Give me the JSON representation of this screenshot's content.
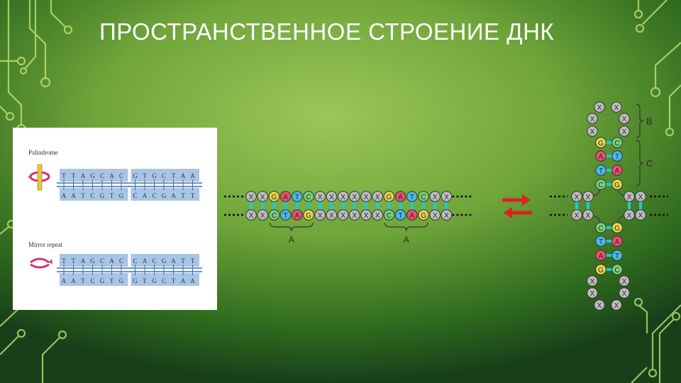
{
  "title": "ПРОСТРАНСТВЕННОЕ СТРОЕНИЕ ДНК",
  "panel": {
    "palindrome_label": "Palindrome",
    "mirror_label": "Mirror repeat",
    "pal_top": [
      "T",
      "T",
      "A",
      "G",
      "C",
      "A",
      "C",
      "G",
      "T",
      "G",
      "C",
      "T",
      "A",
      "A"
    ],
    "pal_bot": [
      "A",
      "A",
      "T",
      "C",
      "G",
      "T",
      "G",
      "C",
      "A",
      "C",
      "G",
      "A",
      "T",
      "T"
    ],
    "mir_top": [
      "T",
      "T",
      "A",
      "G",
      "C",
      "A",
      "C",
      "C",
      "A",
      "C",
      "G",
      "A",
      "T",
      "T"
    ],
    "mir_bot": [
      "A",
      "A",
      "T",
      "C",
      "G",
      "T",
      "G",
      "G",
      "T",
      "G",
      "C",
      "T",
      "A",
      "A"
    ]
  },
  "linear": {
    "top": [
      "X",
      "X",
      "G",
      "A",
      "T",
      "C",
      "X",
      "X",
      "X",
      "X",
      "X",
      "X",
      "G",
      "A",
      "T",
      "C",
      "X",
      "X"
    ],
    "bot": [
      "X",
      "X",
      "C",
      "T",
      "A",
      "G",
      "X",
      "X",
      "X",
      "X",
      "X",
      "X",
      "C",
      "T",
      "A",
      "G",
      "X",
      "X"
    ],
    "repeat_label": "A"
  },
  "hairpin": {
    "label_b": "B",
    "label_c": "C",
    "left_arm": [
      "X",
      "X"
    ],
    "right_arm": [
      "X",
      "X"
    ],
    "loop_top": [
      "X",
      "X",
      "X",
      "X",
      "X",
      "X"
    ],
    "loop_bottom": [
      "X",
      "X",
      "X",
      "X",
      "X",
      "X"
    ],
    "stem_top": [
      [
        "C",
        "G"
      ],
      [
        "T",
        "A"
      ],
      [
        "A",
        "T"
      ],
      [
        "G",
        "C"
      ]
    ],
    "stem_bottom": [
      [
        "C",
        "G"
      ],
      [
        "T",
        "A"
      ],
      [
        "A",
        "T"
      ],
      [
        "G",
        "C"
      ]
    ]
  },
  "colors": {
    "G": "#e8d84a",
    "A": "#e8506c",
    "T": "#4ab8e8",
    "C": "#7ad07a",
    "X": "#bdbdbd",
    "pair": "#1fc8d8",
    "arrow": "#e02020",
    "panel_blue": "#a8c4e6"
  }
}
